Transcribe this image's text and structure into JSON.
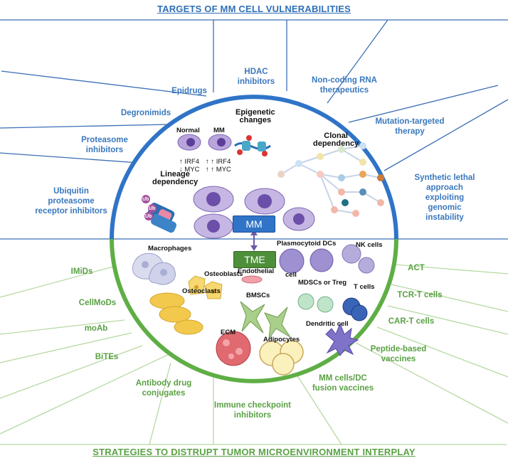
{
  "headers": {
    "top": "TARGETS OF MM CELL VULNERABILITIES",
    "bottom": "STRATEGIES TO DISTRUPT TUMOR MICROENVIRONMENT INTERPLAY"
  },
  "outer_top_labels": [
    "HDAC\ninhibitors",
    "Epidrugs",
    "Non-coding RNA\ntherapeutics",
    "Degronimids",
    "Mutation-targeted\ntherapy",
    "Proteasome\ninhibitors",
    "Synthetic lethal\napproach exploiting\ngenomic instability",
    "Ubiquitin\nproteasome\nreceptor inhibitors"
  ],
  "outer_bottom_labels": [
    "IMiDs",
    "ACT",
    "CellMoDs",
    "TCR-T cells",
    "moAb",
    "CAR-T cells",
    "BiTEs",
    "Peptide-based\nvaccines",
    "Antibody drug\nconjugates",
    "MM cells/DC\nfusion vaccines",
    "Immune checkpoint\ninhibitors"
  ],
  "inner_top": {
    "epigenetic": "Epigenetic\nchanges",
    "clonal": "Clonal\ndependency",
    "lineage": "Lineage\ndependency",
    "normal": "Normal",
    "mm_small": "MM",
    "normal_markers": "↑ IRF4\n↓ MYC",
    "mm_markers": "↑ ↑ IRF4\n↑ ↑ MYC",
    "ub1": "Ub",
    "ub2": "Ub",
    "ub3": "Ub"
  },
  "inner_bottom": {
    "macrophages": "Macrophages",
    "osteoblasts": "Osteoblasts",
    "osteoclasts": "Osteoclasts",
    "plasmacytoid": "Plasmocytoid DCs",
    "nk": "NK cells",
    "endothelial": "Endothelial",
    "endothelial_cell": "cell",
    "mdscs": "MDSCs or Treg",
    "tcells": "T cells",
    "bmscs": "BMSCs",
    "dendritic": "Dendritic cell",
    "ecm": "ECM",
    "adipocytes": "Adipocytes"
  },
  "center": {
    "mm_badge": "MM",
    "tme_badge": "TME"
  },
  "colors": {
    "blue": "#2f6fb7",
    "green": "#5aa144",
    "line_blue": "#3b6fb6",
    "line_green": "#b7d9a3",
    "mm_badge": "#2f74c7",
    "tme_badge": "#4e8f3a"
  }
}
